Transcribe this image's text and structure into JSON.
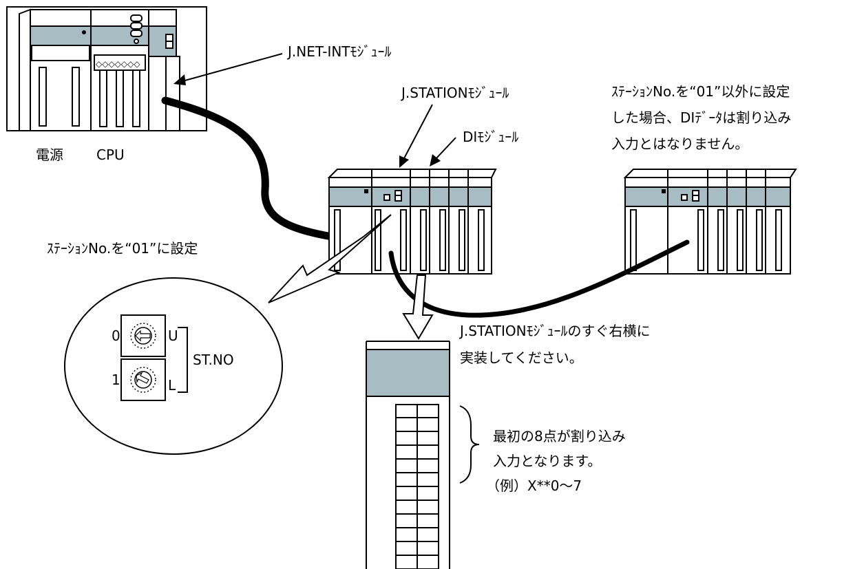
{
  "labels": {
    "net_int_module": "J.NET-INTﾓｼﾞｭｰﾙ",
    "station_module": "J.STATIONﾓｼﾞｭｰﾙ",
    "di_module": "DIﾓｼﾞｭｰﾙ",
    "power": "電源",
    "cpu": "CPU",
    "station_set_01": "ｽﾃｰｼｮﾝNo.を“01”に設定",
    "other_note_1": "ｽﾃｰｼｮﾝNo.を“01”以外に設定",
    "other_note_2": "した場合、DIﾃﾞｰﾀは割り込み",
    "other_note_3": "入力とはなりません。",
    "mount_note_1": "J.STATIONﾓｼﾞｭｰﾙのすぐ右横に",
    "mount_note_2": "実装してください。",
    "interrupt_note_1": "最初の8点が割り込み",
    "interrupt_note_2": "入力となります。",
    "interrupt_note_3": "（例）X**0～7",
    "switch_upper_value": "0",
    "switch_lower_value": "1",
    "switch_upper_tag": "U",
    "switch_lower_tag": "L",
    "st_no": "ST.NO"
  },
  "colors": {
    "panel_fill": "#a8bcc4",
    "line": "#000000"
  }
}
